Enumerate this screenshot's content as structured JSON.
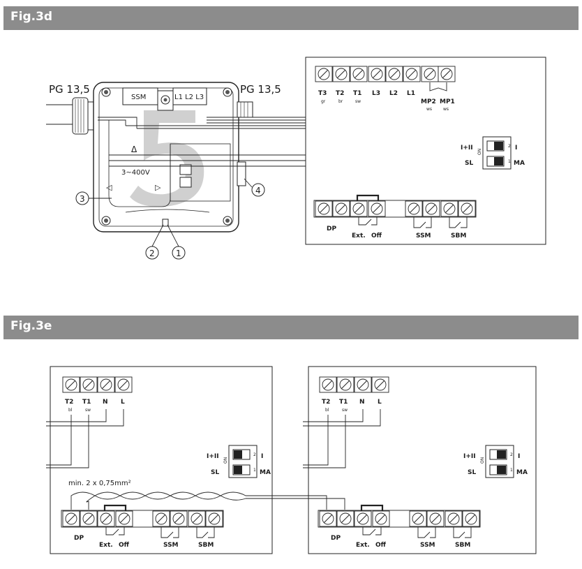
{
  "fig3d": {
    "title": "Fig.3d",
    "pg_left": "PG 13,5",
    "pg_right": "PG 13,5",
    "ssm_label": "SSM",
    "l123_label": "L1 L2 L3",
    "voltage": "3~400V",
    "callouts": [
      "1",
      "2",
      "3",
      "4"
    ],
    "module": {
      "terminals": [
        "T3",
        "T2",
        "T1",
        "L3",
        "L2",
        "L1",
        "MP2",
        "MP1"
      ],
      "colors": [
        "gr",
        "br",
        "sw",
        "",
        "",
        "",
        "ws",
        "ws"
      ],
      "dip_labels": {
        "left_top": "I+II",
        "left_bottom": "SL",
        "right_top": "I",
        "right_bottom": "MA",
        "on": "ON",
        "n2": "2",
        "n1": "1"
      },
      "bottom_labels": {
        "dp": "DP",
        "ext": "Ext.",
        "off": "Off",
        "ssm": "SSM",
        "sbm": "SBM"
      }
    }
  },
  "fig3e": {
    "title": "Fig.3e",
    "cable_note": "min. 2 x 0,75mm²",
    "module": {
      "terminals": [
        "T2",
        "T1",
        "N",
        "L"
      ],
      "colors": [
        "bl",
        "sw",
        "",
        ""
      ],
      "dip_labels": {
        "left_top": "I+II",
        "left_bottom": "SL",
        "right_top": "I",
        "right_bottom": "MA",
        "on": "ON",
        "n2": "2",
        "n1": "1"
      },
      "bottom_labels": {
        "dp": "DP",
        "ext": "Ext.",
        "off": "Off",
        "ssm": "SSM",
        "sbm": "SBM"
      }
    }
  }
}
